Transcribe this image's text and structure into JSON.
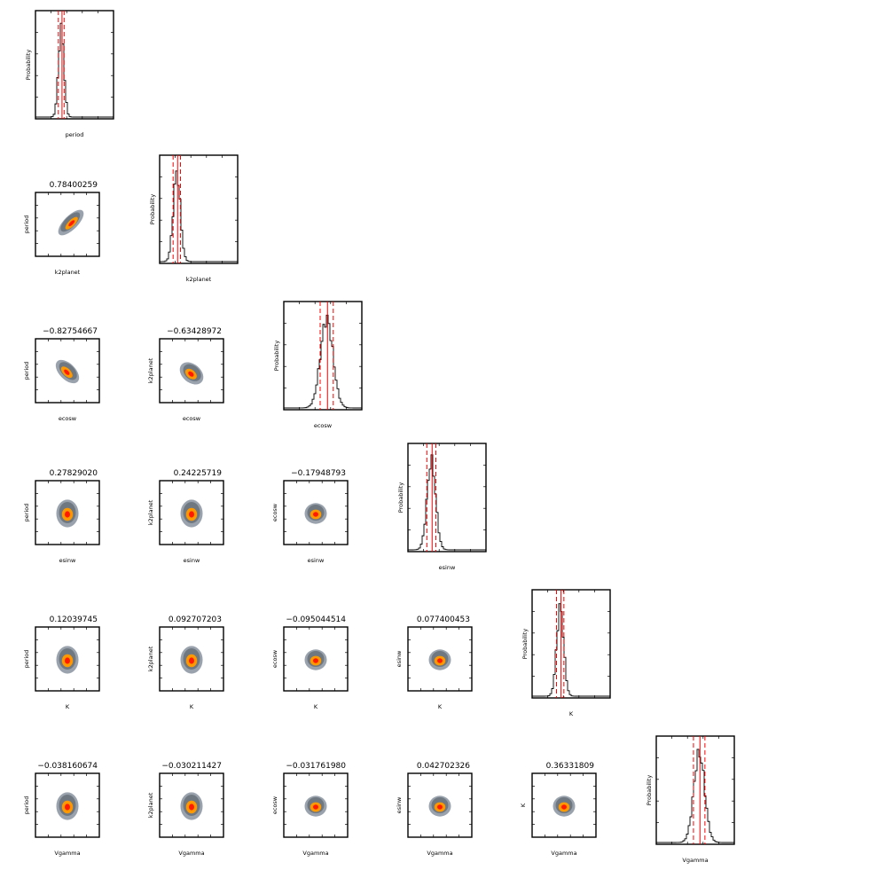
{
  "chart_data": {
    "type": "corner",
    "parameters": [
      "period",
      "k2planet",
      "ecosw",
      "esinw",
      "K",
      "Vgamma"
    ],
    "diagonal_ylabel": "Probability",
    "diagonal_xlabels": [
      "period",
      "k2planet",
      "ecosw",
      "esinw",
      "K",
      "Vgamma"
    ],
    "correlations": [
      {
        "row": 2,
        "col": 1,
        "x": "k2planet",
        "y": "period",
        "value": "0.78400259"
      },
      {
        "row": 3,
        "col": 1,
        "x": "ecosw",
        "y": "period",
        "value": "−0.82754667"
      },
      {
        "row": 3,
        "col": 2,
        "x": "ecosw",
        "y": "k2planet",
        "value": "−0.63428972"
      },
      {
        "row": 4,
        "col": 1,
        "x": "esinw",
        "y": "period",
        "value": "0.27829020"
      },
      {
        "row": 4,
        "col": 2,
        "x": "esinw",
        "y": "k2planet",
        "value": "0.24225719"
      },
      {
        "row": 4,
        "col": 3,
        "x": "esinw",
        "y": "ecosw",
        "value": "−0.17948793"
      },
      {
        "row": 5,
        "col": 1,
        "x": "K",
        "y": "period",
        "value": "0.12039745"
      },
      {
        "row": 5,
        "col": 2,
        "x": "K",
        "y": "k2planet",
        "value": "0.092707203"
      },
      {
        "row": 5,
        "col": 3,
        "x": "K",
        "y": "ecosw",
        "value": "−0.095044514"
      },
      {
        "row": 5,
        "col": 4,
        "x": "K",
        "y": "esinw",
        "value": "0.077400453"
      },
      {
        "row": 6,
        "col": 1,
        "x": "Vgamma",
        "y": "period",
        "value": "−0.038160674"
      },
      {
        "row": 6,
        "col": 2,
        "x": "Vgamma",
        "y": "k2planet",
        "value": "−0.030211427"
      },
      {
        "row": 6,
        "col": 3,
        "x": "Vgamma",
        "y": "ecosw",
        "value": "−0.031761980"
      },
      {
        "row": 6,
        "col": 4,
        "x": "Vgamma",
        "y": "esinw",
        "value": "0.042702326"
      },
      {
        "row": 6,
        "col": 5,
        "x": "Vgamma",
        "y": "K",
        "value": "0.36331809"
      }
    ],
    "colors": {
      "outer_contour": "#9aa3ad",
      "middle_contour": "#6f7781",
      "inner_contour": "#ff9900",
      "core": "#ff1a00",
      "median_line": "#ff0000",
      "interval_line": "#ff0000",
      "histogram": "#000000"
    }
  }
}
